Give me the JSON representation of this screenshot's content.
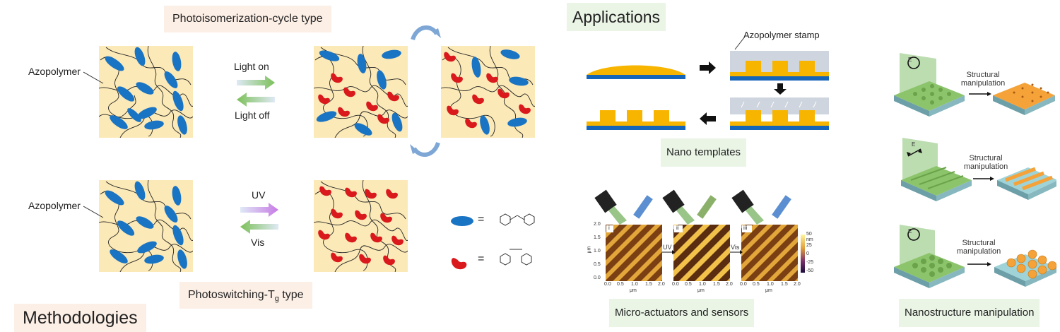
{
  "methods": {
    "section_label": "Methodologies",
    "top_type_label": "Photoisomerization-cycle type",
    "bottom_type_label_main": "Photoswitching-T",
    "bottom_type_label_sub": "g",
    "bottom_type_label_tail": " type",
    "azopolymer_label_top": "Azopolymer",
    "azopolymer_label_bottom": "Azopolymer",
    "light_on": "Light on",
    "light_off": "Light off",
    "uv": "UV",
    "vis": "Vis",
    "legend_equals_1": "=",
    "legend_equals_2": "="
  },
  "applications": {
    "section_label": "Applications",
    "stamp_label": "Azopolymer stamp",
    "nano_templates": "Nano templates",
    "micro_actuators": "Micro-actuators and sensors",
    "nanostructure": "Nanostructure manipulation",
    "structural_1a": "Structural",
    "structural_1b": "manipulation",
    "structural_2a": "Structural",
    "structural_2b": "manipulation",
    "structural_3a": "Structural",
    "structural_3b": "manipulation",
    "afm_uv": "UV",
    "afm_vis": "Vis",
    "afm_panels": [
      "i",
      "ii",
      "iii"
    ],
    "afm_x_ticks": [
      "0.0",
      "0.5",
      "1.0",
      "1.5",
      "2.0"
    ],
    "afm_y_ticks": [
      "2.0",
      "1.5",
      "1.0",
      "0.5",
      "0.0"
    ],
    "afm_unit": "μm",
    "afm_cbar_ticks": [
      "50",
      "25",
      "0",
      "-25",
      "-50"
    ],
    "afm_cbar_unit": "nm",
    "field_label": "E"
  },
  "colors": {
    "azo_trans": "#1a74c4",
    "azo_cis": "#d9191c",
    "matrix": "#fbe9b7",
    "gold": "#f7b500",
    "blue_substrate": "#1565b8",
    "green_tag": "#eaf5e6",
    "peach_tag": "#fcefe6"
  }
}
